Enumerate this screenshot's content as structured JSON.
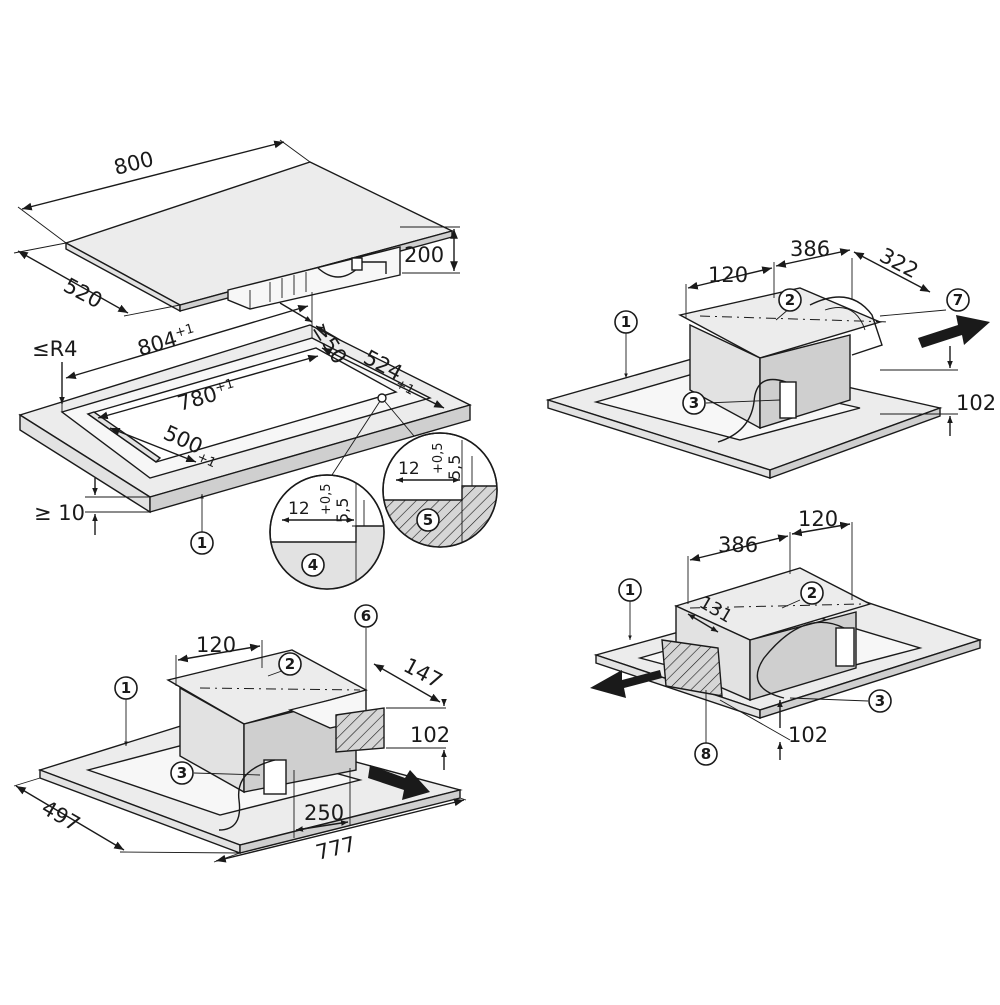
{
  "cooktop": {
    "width": "800",
    "depth": "520",
    "height": "200"
  },
  "cutout": {
    "radius": "≤R4",
    "outer_width": "804",
    "outer_width_tol": "+1",
    "clearance": "≥50",
    "outer_depth": "524",
    "outer_depth_tol": "+1",
    "inner_width": "780",
    "inner_width_tol": "+1",
    "inner_depth": "500",
    "inner_depth_tol": "+1",
    "worktop_thickness": "≥ 10"
  },
  "details": {
    "rebate_width": "12",
    "rebate_tol": "+0,5",
    "rebate_depth": "5,5"
  },
  "install_a": {
    "box_depth": "120",
    "duct_offset": "147",
    "height": "102",
    "duct_width": "250",
    "width": "777",
    "depth": "497"
  },
  "install_b": {
    "box_depth": "120",
    "length": "386",
    "duct_offset": "322",
    "height": "102"
  },
  "install_c": {
    "length": "386",
    "box_depth": "120",
    "offset": "131",
    "height": "102"
  },
  "callouts": {
    "c1": "1",
    "c2": "2",
    "c3": "3",
    "c4": "4",
    "c5": "5",
    "c6": "6",
    "c7": "7",
    "c8": "8"
  }
}
